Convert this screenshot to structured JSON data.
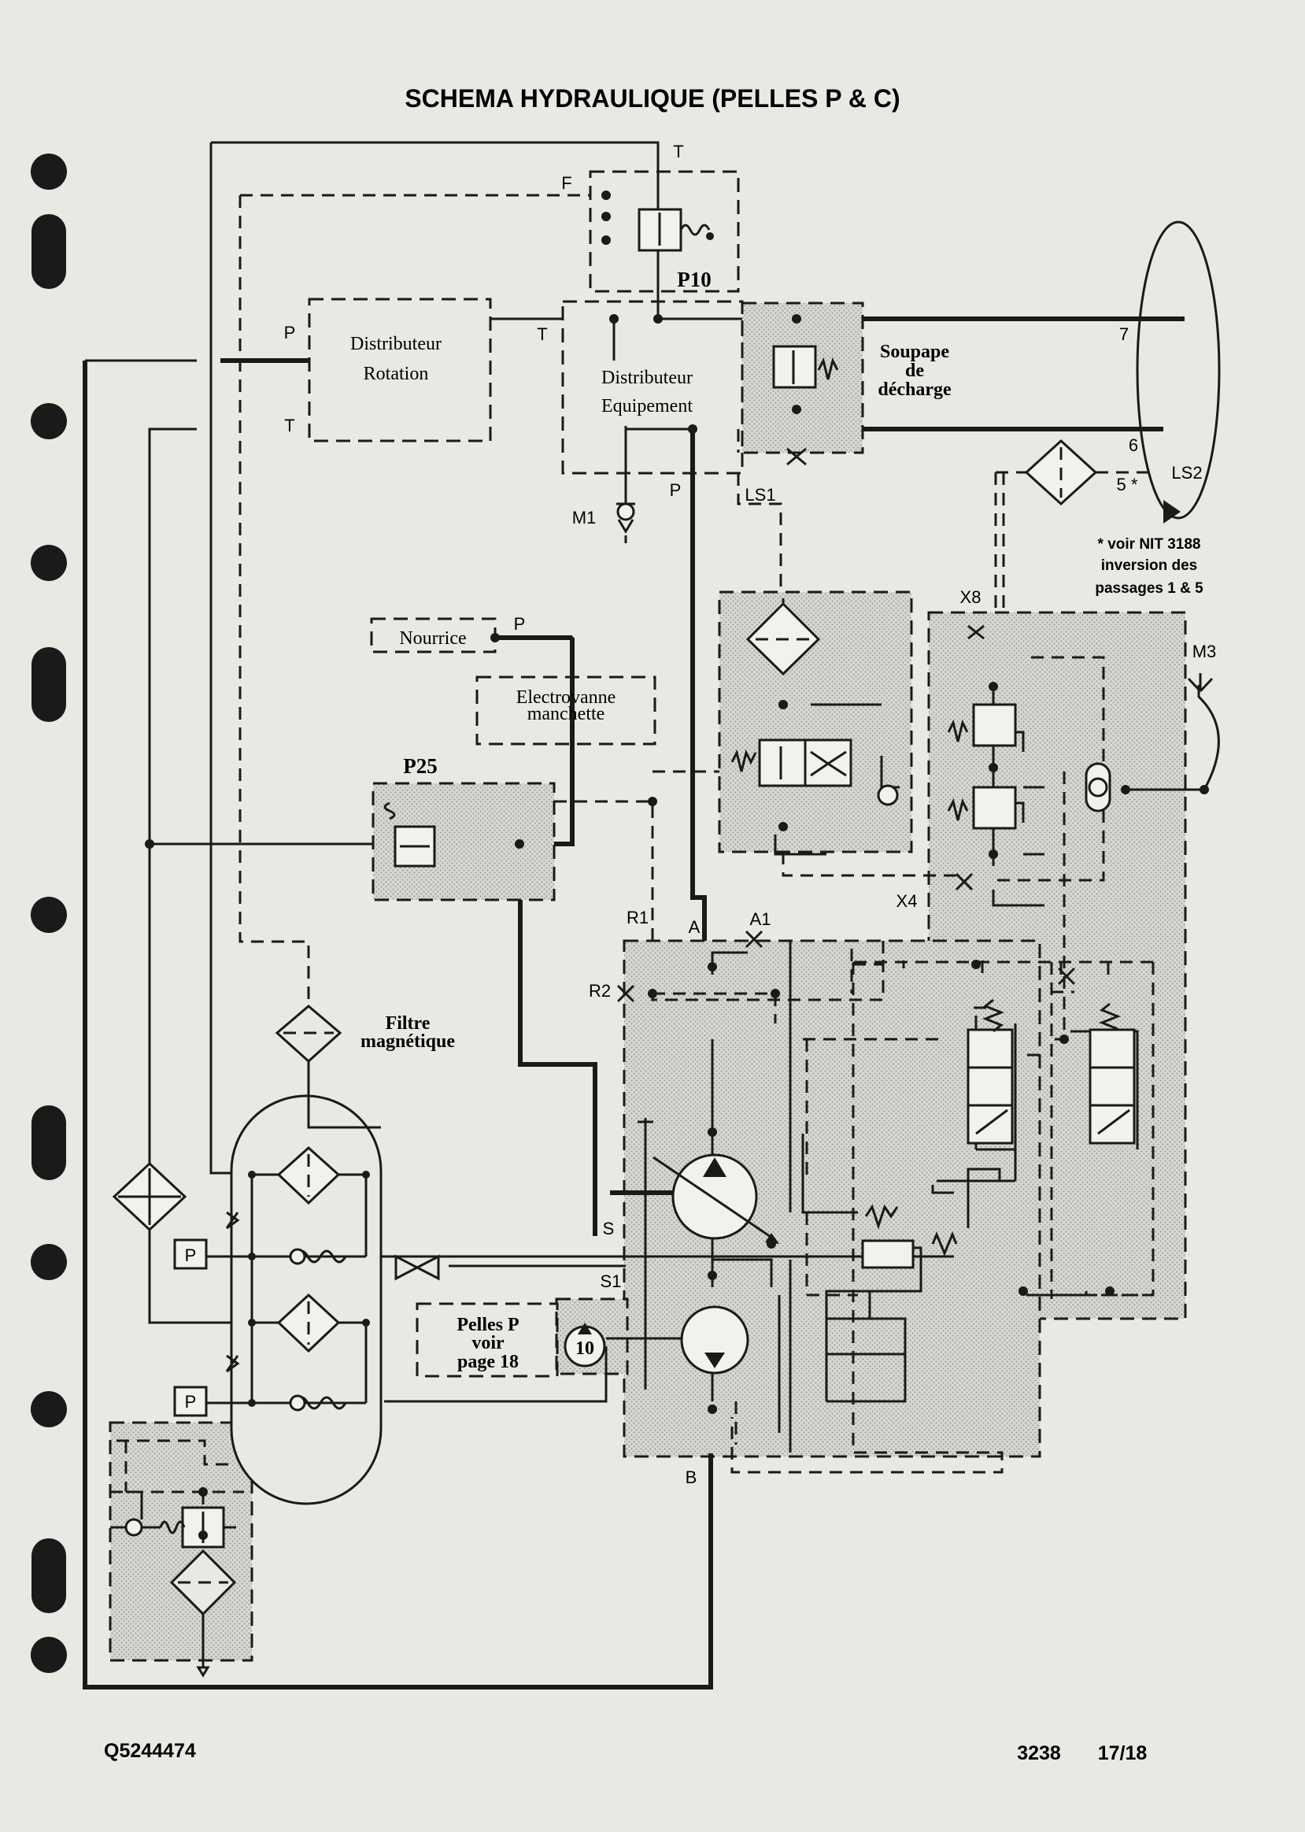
{
  "title": "SCHEMA HYDRAULIQUE (PELLES P & C)",
  "labels": {
    "distributeur_rotation": [
      "Distributeur",
      "Rotation"
    ],
    "distributeur_equipement": [
      "Distributeur",
      "Equipement"
    ],
    "soupape_decharge": [
      "Soupape",
      "de",
      "décharge"
    ],
    "p10": "P10",
    "p25": "P25",
    "nourrice": "Nourrice",
    "electrovanne": [
      "Electrovanne",
      "manchette"
    ],
    "filtre": [
      "Filtre",
      "magnétique"
    ],
    "pelles_p": [
      "Pelles P",
      "voir",
      "page 18"
    ],
    "pump_10": "10",
    "note": [
      "* voir NIT 3188",
      "inversion des",
      "passages 1 & 5"
    ]
  },
  "ports": {
    "T_top": "T",
    "F": "F",
    "P_rot": "P",
    "T_rot": "T",
    "T_eq": "T",
    "P_eq": "P",
    "M1": "M1",
    "LS1": "LS1",
    "n7": "7",
    "n6": "6",
    "n5": "5 *",
    "LS2": "LS2",
    "X8": "X8",
    "M3": "M3",
    "X4": "X4",
    "P_nourrice": "P",
    "R1": "R1",
    "A": "A",
    "A1": "A1",
    "R2": "R2",
    "S": "S",
    "S1": "S1",
    "B": "B",
    "P_tank1": "P",
    "P_tank2": "P"
  },
  "footer": {
    "reference": "Q5244474",
    "number": "3238",
    "page": "17/18"
  }
}
